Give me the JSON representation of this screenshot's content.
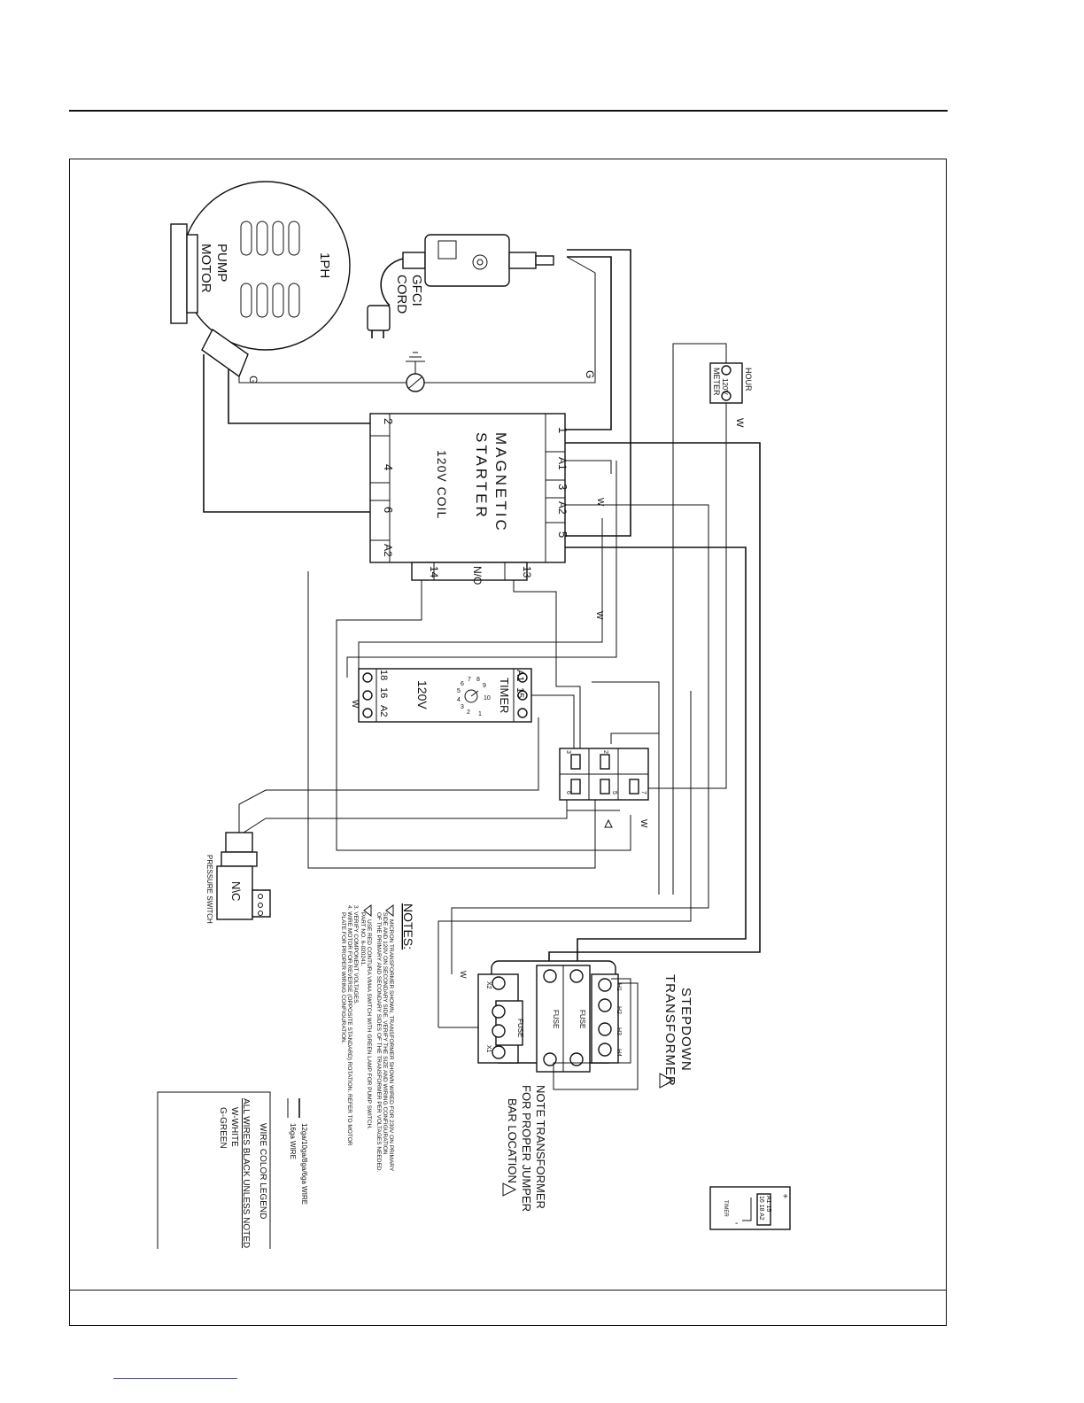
{
  "diagram": {
    "motor": {
      "label_phase": "1PH",
      "label_line1": "PUMP",
      "label_line2": "MOTOR"
    },
    "gfci": {
      "label_line1": "GFCI",
      "label_line2": "CORD"
    },
    "wire_markers": {
      "green": "G",
      "white": "W"
    },
    "hour_meter": {
      "label_line1": "HOUR",
      "label_line2": "METER",
      "voltage": "120V"
    },
    "starter": {
      "title_line1": "MAGNETIC",
      "title_line2": "STARTER",
      "coil": "120V COIL",
      "terminals_left": [
        "2",
        "4",
        "6",
        "A2"
      ],
      "terminals_right": [
        "1",
        "A1",
        "3",
        "A2",
        "5"
      ],
      "aux_contact": {
        "left": "14",
        "center": "N/O",
        "right": "13"
      }
    },
    "timer": {
      "title": "TIMER",
      "voltage": "120V",
      "terminals_top": [
        "A1",
        "15"
      ],
      "terminals_bottom": [
        "18",
        "16",
        "A2"
      ],
      "dial": [
        "1",
        "2",
        "3",
        "4",
        "5",
        "6",
        "7",
        "8",
        "9",
        "10"
      ]
    },
    "pump_switch": {
      "terminals": [
        "2",
        "3",
        "5",
        "6",
        "7"
      ]
    },
    "pressure_switch": {
      "label": "PRESSURE SWITCH",
      "contact": "N\\C"
    },
    "transformer": {
      "title_line1": "STEPDOWN",
      "title_line2": "TRANSFORMER",
      "note_line1": "NOTE TRANSFORMER",
      "note_line2": "FOR PROPER JUMPER",
      "note_line3": "BAR LOCATION",
      "fuse": "FUSE",
      "primary": [
        "H1",
        "H2",
        "H3",
        "H4"
      ],
      "secondary": [
        "X2",
        "X1"
      ]
    },
    "notes": {
      "title": "NOTES:",
      "items": [
        "MICRON TRANSFORMER SHOWN. TRANSFORMER SHOWN WIRED FOR 230V ON PRIMARY",
        "SIDE AND 120V ON SECONDARY SIDE. VERIFY THE SIZE AND WIRING CONFIGURATION",
        "OF THE PRIMARY AND SECONDARY SIDES OF THE TRANSFORMER PER VOLTAGES NEEDED.",
        "USE RED CONTURA VM4A SWITCH WITH GREEN LAMP FOR PUMP SWITCH.",
        "PART NO. 6-020241.",
        "3. VERIFY COMPONENT VOLTAGES.",
        "4. WIRE MOTOR FOR REVERSE (OPPOSITE STANDARD) ROTATION. REFER TO MOTOR",
        "PLATE FOR PROPER WIRING CONFIGURATION."
      ]
    },
    "wire_gauge": {
      "heavy": "12ga/10ga/8ga/6ga WIRE",
      "light": "16ga WIRE"
    },
    "legend": {
      "title": "WIRE COLOR LEGEND",
      "line1": "ALL WIRES BLACK UNLESS NOTED",
      "line2": "W-WHITE",
      "line3": "G-GREEN"
    },
    "timer_inset": {
      "label": "TIMER",
      "top": "A1 15",
      "bottom": "16 18 A2",
      "plus": "+",
      "minus": "-"
    }
  }
}
